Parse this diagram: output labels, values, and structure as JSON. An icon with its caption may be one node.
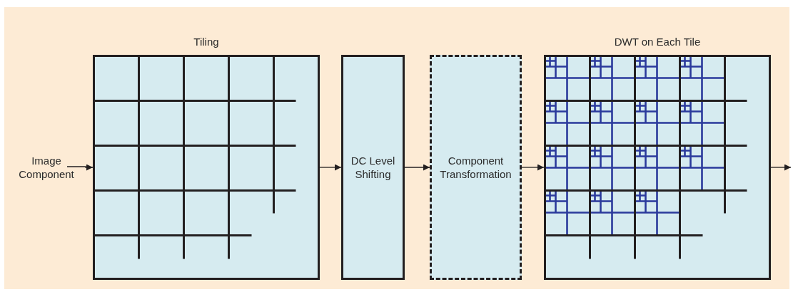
{
  "diagram": {
    "nodes": [
      {
        "text": [
          "Image Component"
        ]
      },
      {
        "text": [
          "Tiling"
        ]
      },
      {
        "text": [
          "DC Level Shifting"
        ]
      },
      {
        "text": [
          "Component Transformation"
        ]
      },
      {
        "text": [
          "DWT on Each Tile"
        ]
      }
    ],
    "edges": [
      {
        "from": 0,
        "to": 1,
        "arrow": "to"
      },
      {
        "from": 1,
        "to": 2,
        "arrow": "to"
      },
      {
        "from": 2,
        "to": 3,
        "arrow": "to"
      },
      {
        "from": 3,
        "to": 4,
        "arrow": "to"
      },
      {
        "from": 4,
        "to": null,
        "arrow": "to"
      }
    ]
  }
}
